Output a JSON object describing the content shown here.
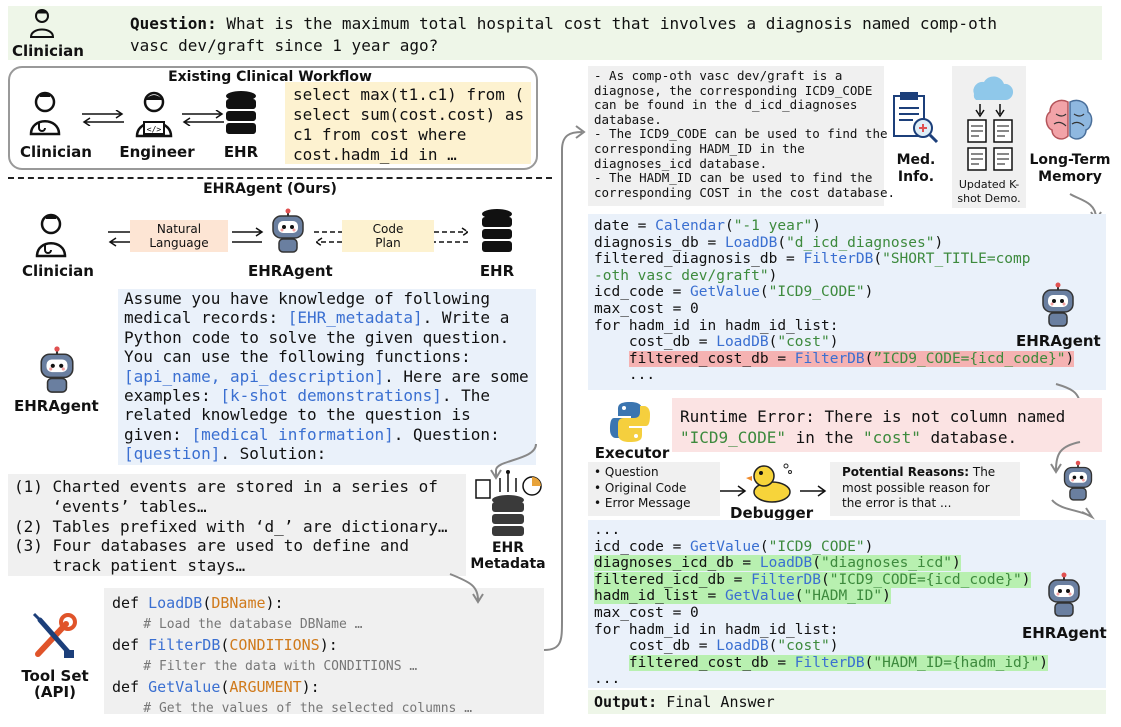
{
  "question": {
    "actor": "Clinician",
    "label": "Question:",
    "text": " What is the maximum total hospital cost that involves a diagnosis named comp-oth",
    "text2": "vasc dev/graft since 1 year ago?"
  },
  "workflow": {
    "title": "Existing Clinical Workflow",
    "clinician": "Clinician",
    "engineer": "Engineer",
    "ehr": "EHR",
    "sql": [
      "select max(t1.c1) from (",
      "select sum(cost.cost) as",
      "c1 from cost where",
      "cost.hadm_id in …"
    ]
  },
  "ehragent_section": {
    "title": "EHRAgent (Ours)",
    "clinician": "Clinician",
    "agent": "EHRAgent",
    "ehr": "EHR",
    "natural_language": [
      "Natural",
      "Language"
    ],
    "code_plan": [
      "Code",
      "Plan"
    ]
  },
  "prompt": {
    "agent_label": "EHRAgent",
    "p1": "Assume you have knowledge of following",
    "p2": "medical records: ",
    "p2b": "[EHR_metadata]",
    "p2c": ". Write a",
    "p3": "Python code to solve the given question.",
    "p4": "You can use the following functions:",
    "p5": "[api_name, api_description]",
    "p5b": ". Here are some",
    "p6": "examples: ",
    "p6b": "[k-shot demonstrations]",
    "p6c": ". The",
    "p7": "related knowledge to the question is",
    "p8": "given: ",
    "p8b": "[medical information]",
    "p8c": ". Question:",
    "p9": "[question]",
    "p9b": ". Solution:"
  },
  "metadata": {
    "items": [
      "(1) Charted events are stored in a series of",
      "    ‘events’ tables…",
      "(2) Tables prefixed with ‘d_’ are dictionary…",
      "(3) Four databases are used to define and",
      "    track patient stays…"
    ],
    "label": [
      "EHR",
      "Metadata"
    ]
  },
  "toolset": {
    "label": [
      "Tool Set",
      "(API)"
    ],
    "f1_def": "def ",
    "f1_name": "LoadDB",
    "f1_arg": "DBName",
    "f1_comment": "    # Load the database DBName …",
    "f2_def": "def ",
    "f2_name": "FilterDB",
    "f2_arg": "CONDITIONS",
    "f2_comment": "    # Filter the data with CONDITIONS …",
    "f3_def": "def ",
    "f3_name": "GetValue",
    "f3_arg": "ARGUMENT",
    "f3_comment": "    # Get the values of the selected columns …"
  },
  "med_info": {
    "lines": [
      "- As comp-oth vasc dev/graft is a",
      "diagnose, the corresponding ICD9_CODE",
      "can be found in the d_icd_diagnoses",
      "database.",
      "- The ICD9_CODE can be used to find the",
      "corresponding HADM_ID in the",
      "diagnoses_icd database.",
      "- The HADM_ID can be used to find the",
      "corresponding COST in the cost database."
    ],
    "label": [
      "Med.",
      "Info."
    ],
    "demo_label": [
      "Updated K-",
      "shot Demo."
    ],
    "memory_label": [
      "Long-Term",
      "Memory"
    ]
  },
  "code1": {
    "agent_label": "EHRAgent"
  },
  "executor": {
    "label": "Executor",
    "error1": "Runtime Error: There is not column named",
    "error2a": "\"ICD9_CODE\"",
    "error2b": " in the ",
    "error2c": "\"cost\"",
    "error2d": " database."
  },
  "debugger": {
    "inputs": [
      "• Question",
      "• Original Code",
      "• Error Message"
    ],
    "label": "Debugger",
    "reasons_title": "Potential Reasons:",
    "reasons_text1": " The",
    "reasons_text2": "most possible reason for",
    "reasons_text3": "the error is that ..."
  },
  "code2": {
    "agent_label": "EHRAgent"
  },
  "output": {
    "label": "Output:",
    "text": " Final Answer"
  },
  "colors": {
    "question_bg": "#eef6e8",
    "sql_bg": "#fdf2d0",
    "prompt_bg": "#eaf1fa",
    "grey_bg": "#f0f0f0",
    "code_bg": "#eaf1fa",
    "error_bg": "#fbe3e3",
    "output_bg": "#eef6e8"
  }
}
